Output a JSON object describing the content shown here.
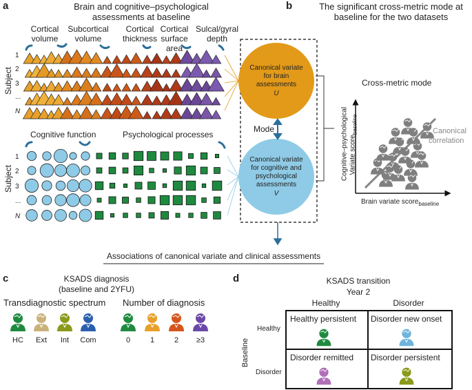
{
  "panel_a": {
    "letter": "a",
    "title_line1": "Brain and cognitive–psychological",
    "title_line2": "assessments at baseline",
    "subject_label": "Subject",
    "brain_categories": [
      {
        "line1": "Cortical",
        "line2": "volume"
      },
      {
        "line1": "Subcortical",
        "line2": "volume"
      },
      {
        "line1": "Cortical",
        "line2": "thickness"
      },
      {
        "line1": "Cortical",
        "line2": "surface"
      },
      {
        "line1": "Sulcal/gyral",
        "line2": "depth"
      }
    ],
    "surface_line3": "area",
    "row_labels": [
      "1",
      "2",
      "3",
      "...",
      "N"
    ],
    "cog_category": "Cognitive function",
    "psych_category": "Psychological processes",
    "brain_variate": {
      "line1": "Canonical variate",
      "line2": "for brain",
      "line3": "assessments",
      "symbol": "U"
    },
    "cog_variate": {
      "line1": "Canonical variate",
      "line2": "for cognitive and",
      "line3": "psychological",
      "line4": "assessments",
      "symbol": "V"
    },
    "mode_label": "Mode",
    "footer": "Associations of canonical variate and clinical assessments",
    "colors": {
      "orange": "#e8a02a",
      "blue": "#8fcbe6",
      "green": "#1f8a3f",
      "purple": "#7a55a8",
      "dark_orange": "#c8551a"
    }
  },
  "panel_b": {
    "letter": "b",
    "title_line1": "The significant cross-metric mode at",
    "title_line2": "baseline for the two datasets",
    "chart_title": "Cross-metric mode",
    "x_label": "Brain variate score",
    "x_sub": "baseline",
    "y_label_line1": "Cognitive–psychological",
    "y_label_line2": "Variate score",
    "y_sub": "baseline",
    "annotation_line1": "Canonical",
    "annotation_line2": "correlation"
  },
  "panel_c": {
    "letter": "c",
    "title_line1": "KSADS diagnosis",
    "title_line2": "(baseline and 2YFU)",
    "spectrum_title": "Transdiagnostic spectrum",
    "spectrum_items": [
      {
        "label": "HC",
        "color": "#1f8a3f"
      },
      {
        "label": "Ext",
        "color": "#c9b27a"
      },
      {
        "label": "Int",
        "color": "#8a9a1a"
      },
      {
        "label": "Com",
        "color": "#2b5fae"
      }
    ],
    "number_title": "Number of diagnosis",
    "number_items": [
      {
        "label": "0",
        "color": "#1f8a3f"
      },
      {
        "label": "1",
        "color": "#e8a02a"
      },
      {
        "label": "2",
        "color": "#d4561e"
      },
      {
        "label": "≥3",
        "color": "#6a4aa8"
      }
    ]
  },
  "panel_d": {
    "letter": "d",
    "title": "KSADS transition",
    "year_label": "Year 2",
    "col_headers": [
      "Healthy",
      "Disorder"
    ],
    "row_axis_label": "Baseline",
    "row_headers": [
      "Healthy",
      "Disorder"
    ],
    "cells": [
      {
        "label": "Healthy persistent",
        "color": "#1f8a3f"
      },
      {
        "label": "Disorder new onset",
        "color": "#6fb4dc"
      },
      {
        "label": "Disorder remitted",
        "color": "#b070b8"
      },
      {
        "label": "Disorder persistent",
        "color": "#8a9a1a"
      }
    ]
  }
}
